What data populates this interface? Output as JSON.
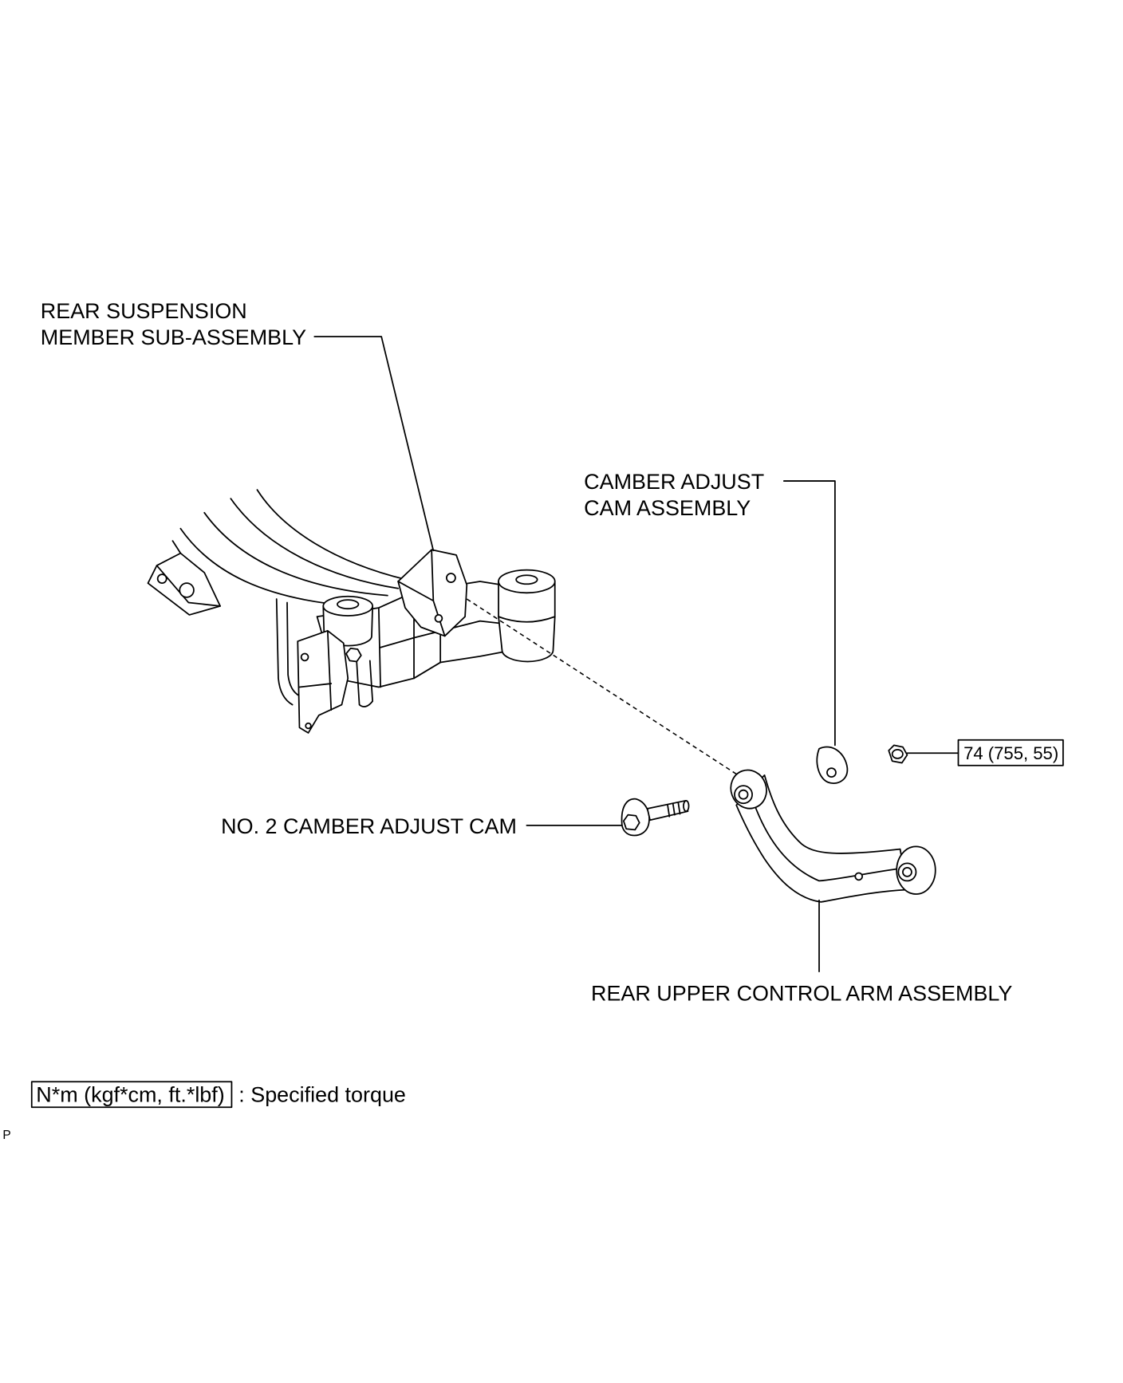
{
  "labels": {
    "rear_suspension_member": [
      "REAR SUSPENSION",
      "MEMBER SUB-ASSEMBLY"
    ],
    "camber_adjust_cam": [
      "CAMBER ADJUST",
      "CAM ASSEMBLY"
    ],
    "no2_camber_adjust_cam": "NO. 2 CAMBER ADJUST CAM",
    "rear_upper_control_arm": "REAR UPPER CONTROL ARM ASSEMBLY"
  },
  "torque": {
    "nut": "74 (755, 55)"
  },
  "legend": {
    "unit_box": "N*m (kgf*cm, ft.*lbf)",
    "description": ": Specified torque"
  },
  "corner_mark": "P",
  "colors": {
    "line": "#000000",
    "background": "#ffffff"
  }
}
